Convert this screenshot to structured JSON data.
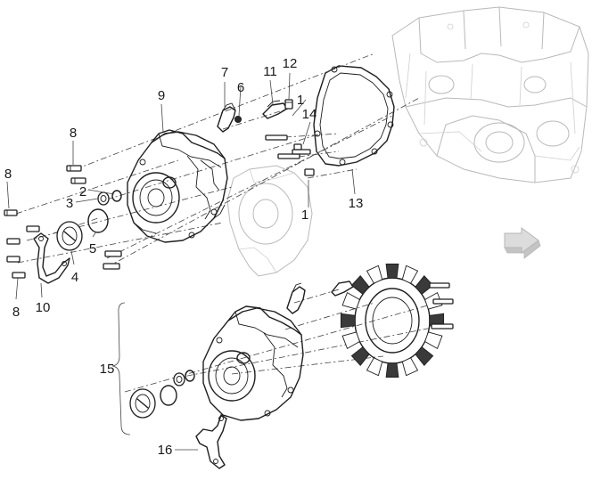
{
  "diagram": {
    "callouts": [
      {
        "id": "c1a",
        "text": "1"
      },
      {
        "id": "c1b",
        "text": "1"
      },
      {
        "id": "c2",
        "text": "2"
      },
      {
        "id": "c3",
        "text": "3"
      },
      {
        "id": "c4",
        "text": "4"
      },
      {
        "id": "c5",
        "text": "5"
      },
      {
        "id": "c6",
        "text": "6"
      },
      {
        "id": "c7",
        "text": "7"
      },
      {
        "id": "c8a",
        "text": "8"
      },
      {
        "id": "c8b",
        "text": "8"
      },
      {
        "id": "c8c",
        "text": "8"
      },
      {
        "id": "c9",
        "text": "9"
      },
      {
        "id": "c10",
        "text": "10"
      },
      {
        "id": "c11",
        "text": "11"
      },
      {
        "id": "c12",
        "text": "12"
      },
      {
        "id": "c13",
        "text": "13"
      },
      {
        "id": "c14",
        "text": "14"
      },
      {
        "id": "c15",
        "text": "15"
      },
      {
        "id": "c16",
        "text": "16"
      }
    ],
    "colors": {
      "line": "#1e1e1e",
      "ghost": "#b9b9b9",
      "arrow": "#d6d6d6"
    }
  }
}
